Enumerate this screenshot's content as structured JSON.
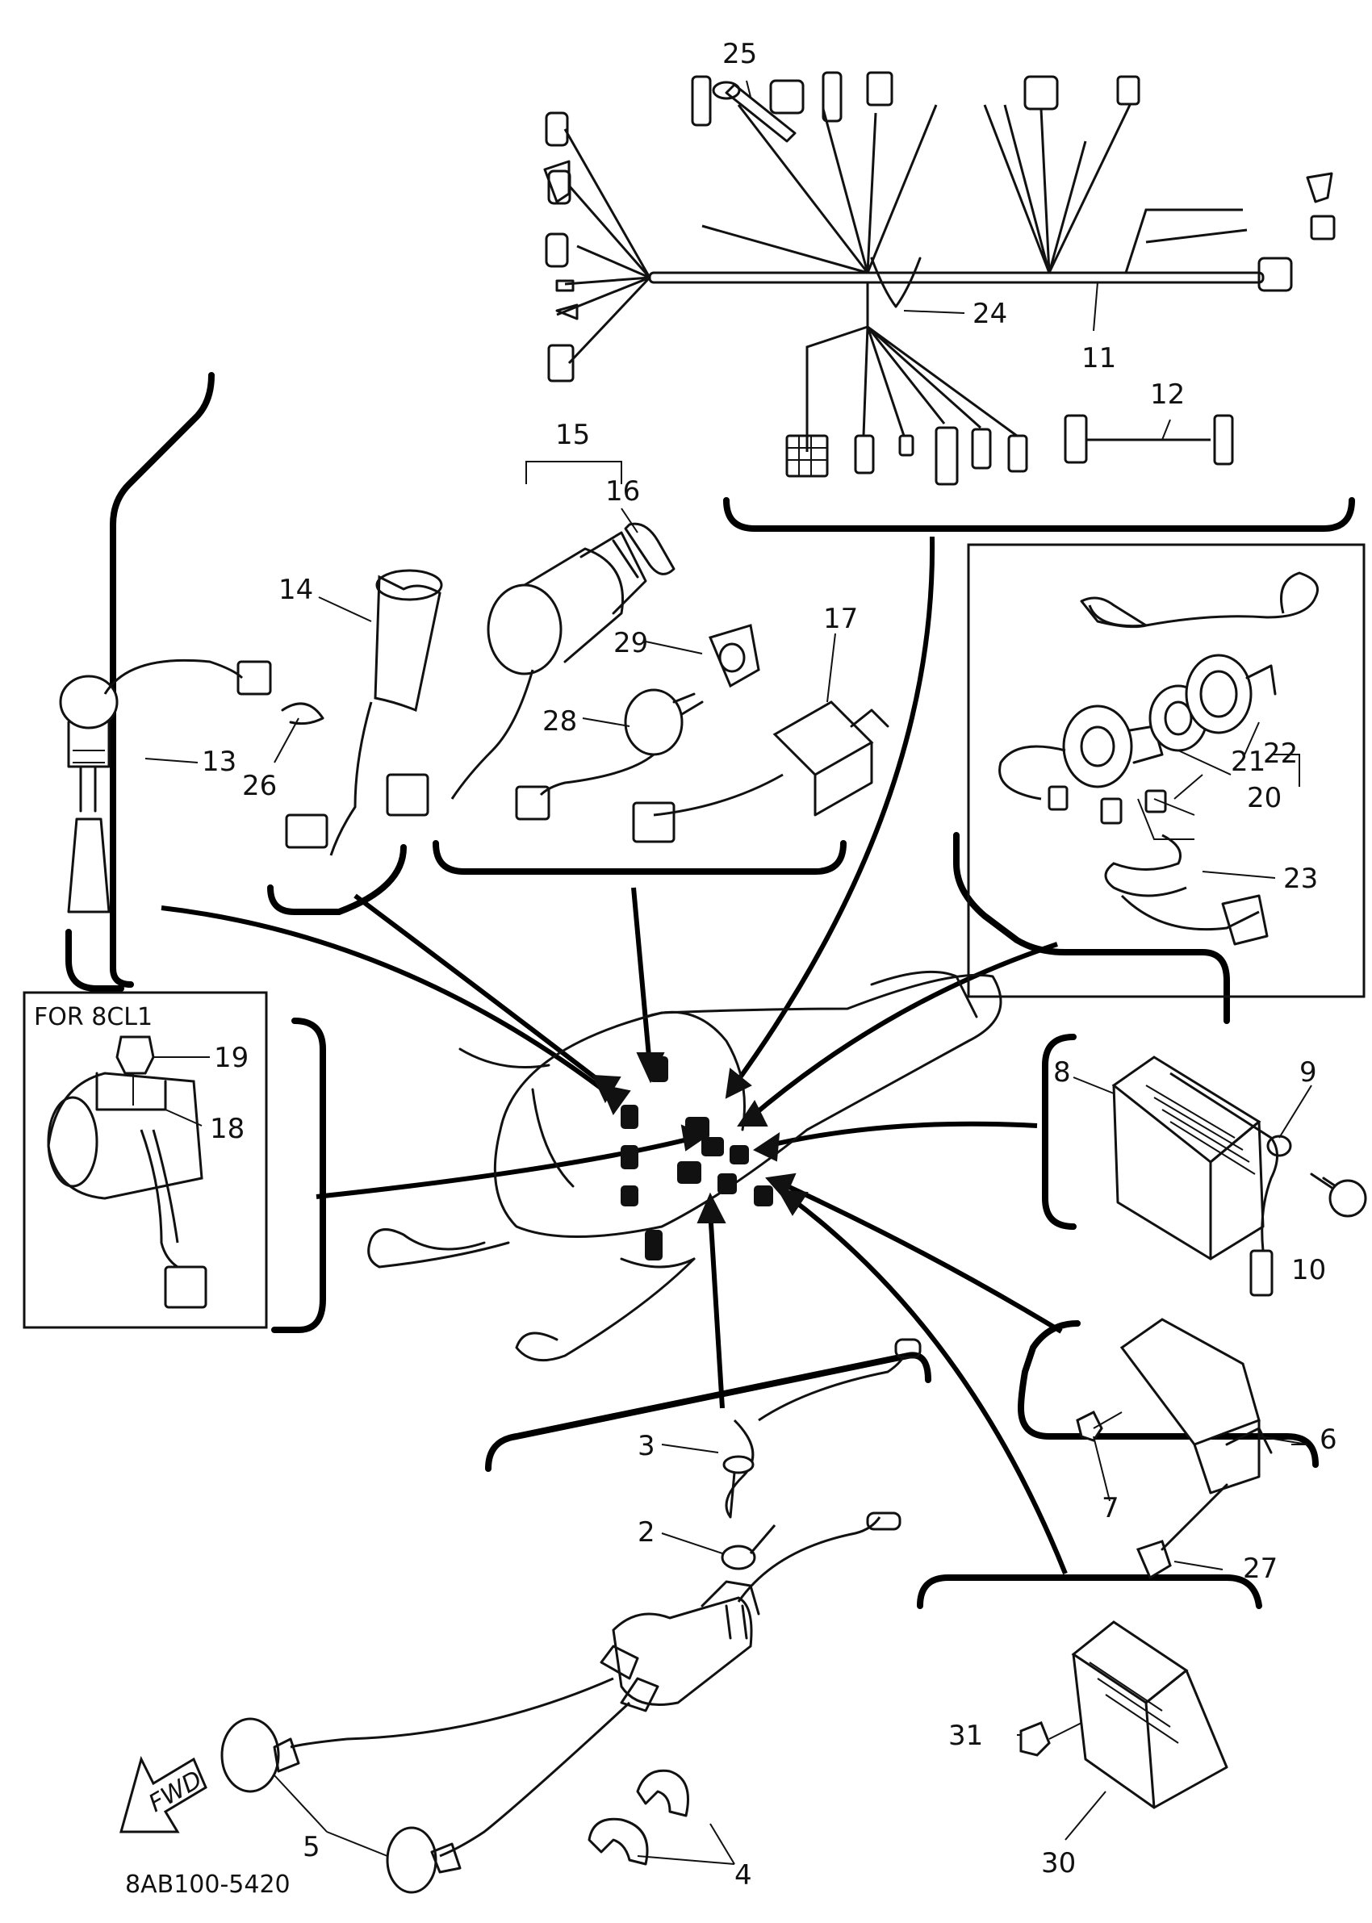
{
  "diagram": {
    "footer_code": "8AB100-5420",
    "inset_label": "FOR 8CL1",
    "fwd_label": "FWD",
    "labels": {
      "p2": "2",
      "p3": "3",
      "p4": "4",
      "p5": "5",
      "p6": "6",
      "p7": "7",
      "p8": "8",
      "p9": "9",
      "p10": "10",
      "p11": "11",
      "p12": "12",
      "p13": "13",
      "p14": "14",
      "p15": "15",
      "p16": "16",
      "p17": "17",
      "p18": "18",
      "p19": "19",
      "p20": "20",
      "p21": "21",
      "p22": "22",
      "p23": "23",
      "p24": "24",
      "p25": "25",
      "p26": "26",
      "p27": "27",
      "p28": "28",
      "p29": "29",
      "p30": "30",
      "p31": "31"
    }
  }
}
